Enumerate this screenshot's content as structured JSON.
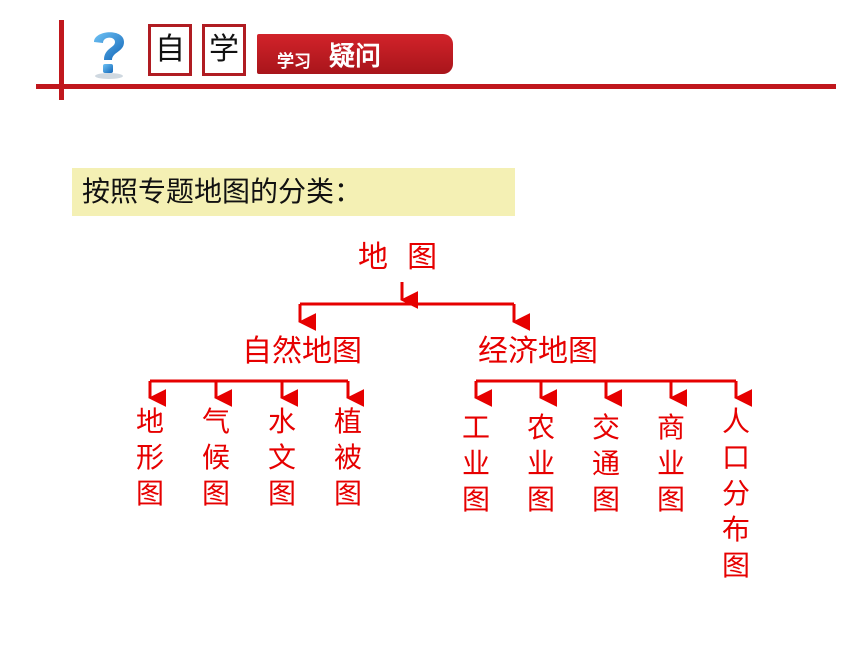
{
  "header": {
    "icon": "question-mark-icon",
    "char_boxes": [
      "自",
      "学"
    ],
    "banner_small": "学习",
    "banner_large": "疑问",
    "accent_color": "#c0171d"
  },
  "prompt": "按照专题地图的分类：",
  "tree": {
    "root": "地  图",
    "branches": [
      {
        "label": "自然地图",
        "leaves": [
          "地形图",
          "气候图",
          "水文图",
          "植被图"
        ]
      },
      {
        "label": "经济地图",
        "leaves": [
          "工业图",
          "农业图",
          "交通图",
          "商业图",
          "人口分布图"
        ]
      }
    ],
    "color": "#e60000"
  }
}
